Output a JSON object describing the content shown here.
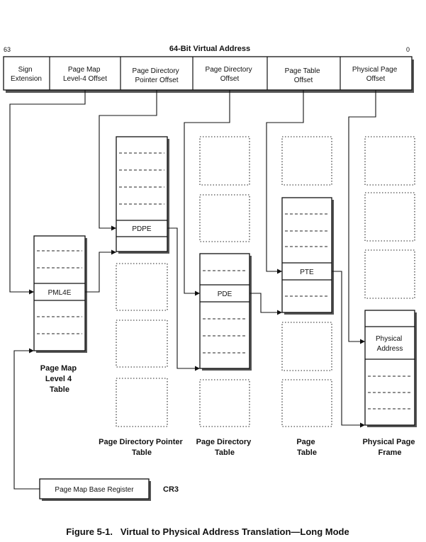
{
  "address": {
    "title": "64-Bit Virtual Address",
    "bit_high": "63",
    "bit_low": "0",
    "fields": [
      [
        "Sign",
        "Extension"
      ],
      [
        "Page Map",
        "Level-4 Offset"
      ],
      [
        "Page Directory",
        "Pointer Offset"
      ],
      [
        "Page Directory",
        "Offset"
      ],
      [
        "Page Table",
        "Offset"
      ],
      [
        "Physical Page",
        "Offset"
      ]
    ]
  },
  "entries": {
    "pml4e": "PML4E",
    "pdpe": "PDPE",
    "pde": "PDE",
    "pte": "PTE",
    "physical_address": [
      "Physical",
      "Address"
    ]
  },
  "table_labels": {
    "pml4": [
      "Page Map",
      "Level 4",
      "Table"
    ],
    "pdp": [
      "Page Directory Pointer",
      "Table"
    ],
    "pd": [
      "Page Directory",
      "Table"
    ],
    "pt": [
      "Page",
      "Table"
    ],
    "frame": [
      "Physical Page",
      "Frame"
    ]
  },
  "register": {
    "name": "Page Map Base Register",
    "tag": "CR3"
  },
  "caption": "Figure 5-1.   Virtual to Physical Address Translation—Long Mode"
}
